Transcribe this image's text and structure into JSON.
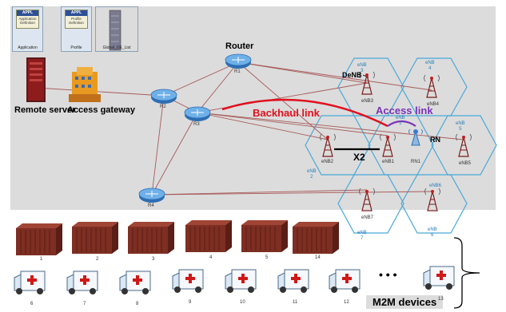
{
  "tools": {
    "application": {
      "header": "APPL",
      "name": "Application Definition",
      "caption": "Application"
    },
    "profile": {
      "header": "APPL",
      "name": "Profile Definition",
      "caption": "Profile"
    },
    "ue_list": {
      "caption": "Global_UE_List"
    }
  },
  "labels": {
    "remote_server": "Remote server",
    "access_gateway": "Access gateway",
    "router": "Router",
    "backhaul": "Backhaul link",
    "access": "Access link",
    "x2": "X2",
    "rn": "RN",
    "denb": "DeNB",
    "m2m": "M2M devices"
  },
  "routers": {
    "r1": "R1",
    "r2": "R2",
    "r3": "R3",
    "r4": "R4"
  },
  "cells": {
    "c1": {
      "title": "eNB",
      "num": "3"
    },
    "c2": {
      "title": "eNB",
      "num": "4"
    },
    "c3": {
      "title": "eNB",
      "num": "1"
    },
    "c4": {
      "title": "eNB",
      "num": "2"
    },
    "c5": {
      "title": "eNB",
      "num": "5"
    },
    "c6": {
      "title": "eNB",
      "num": "6"
    },
    "c7": {
      "title": "eNB",
      "num": "7"
    }
  },
  "towers": {
    "t_enb3": "eNB3",
    "t_enb4": "eNB4",
    "t_enb2": "eNB2",
    "t_enb1": "eNB1",
    "t_rn1": "RN1",
    "t_enb5": "eNB5",
    "t_enb7": "eNB7",
    "t_enb6": ""
  },
  "containers": [
    "1",
    "2",
    "3",
    "4",
    "5",
    "14"
  ],
  "trucks": [
    "6",
    "7",
    "8",
    "9",
    "10",
    "11",
    "12",
    "13"
  ],
  "ellipsis": "• • •",
  "colors": {
    "link": "#a85a5a",
    "backhaul": "#e0101e",
    "access": "#7a32b8",
    "hex": "#4aa8d8"
  }
}
